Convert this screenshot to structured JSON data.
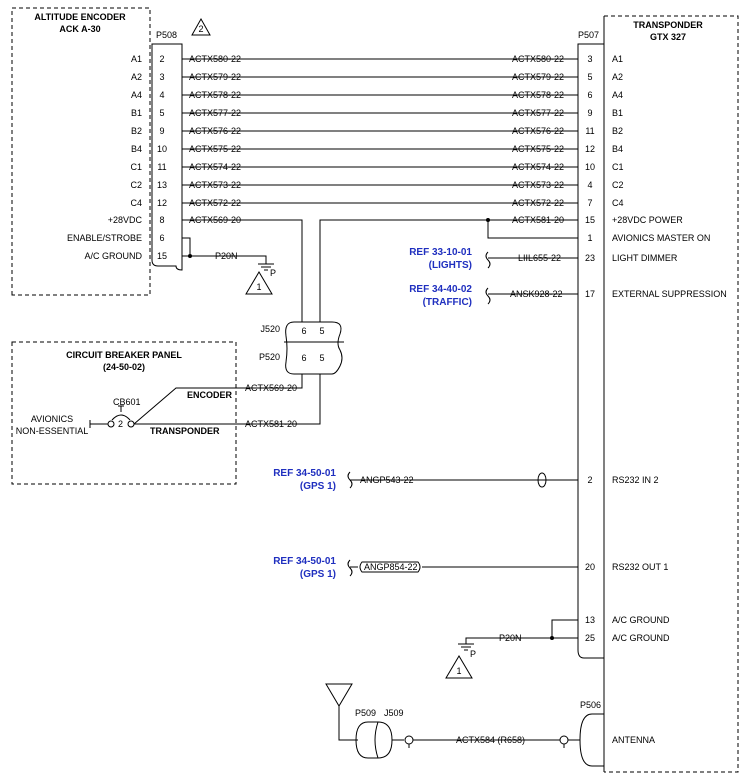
{
  "encoder": {
    "title": "ALTITUDE ENCODER",
    "model": "ACK A-30",
    "connector": "P508",
    "note_num": "2"
  },
  "transponder": {
    "title": "TRANSPONDER",
    "model": "GTX 327",
    "connector": "P507"
  },
  "wires": [
    {
      "enc_label": "A1",
      "enc_pin": "2",
      "wire": "ACTX580-22",
      "xp_pin": "3",
      "xp_label": "A1"
    },
    {
      "enc_label": "A2",
      "enc_pin": "3",
      "wire": "ACTX579-22",
      "xp_pin": "5",
      "xp_label": "A2"
    },
    {
      "enc_label": "A4",
      "enc_pin": "4",
      "wire": "ACTX578-22",
      "xp_pin": "6",
      "xp_label": "A4"
    },
    {
      "enc_label": "B1",
      "enc_pin": "5",
      "wire": "ACTX577-22",
      "xp_pin": "9",
      "xp_label": "B1"
    },
    {
      "enc_label": "B2",
      "enc_pin": "9",
      "wire": "ACTX576-22",
      "xp_pin": "11",
      "xp_label": "B2"
    },
    {
      "enc_label": "B4",
      "enc_pin": "10",
      "wire": "ACTX575-22",
      "xp_pin": "12",
      "xp_label": "B4"
    },
    {
      "enc_label": "C1",
      "enc_pin": "11",
      "wire": "ACTX574-22",
      "xp_pin": "10",
      "xp_label": "C1"
    },
    {
      "enc_label": "C2",
      "enc_pin": "13",
      "wire": "ACTX573-22",
      "xp_pin": "4",
      "xp_label": "C2"
    },
    {
      "enc_label": "C4",
      "enc_pin": "12",
      "wire": "ACTX572-22",
      "xp_pin": "7",
      "xp_label": "C4"
    }
  ],
  "enc_extra": [
    {
      "label": "+28VDC",
      "pin": "8",
      "wire": "ACTX569-20"
    },
    {
      "label": "ENABLE/STROBE",
      "pin": "6"
    },
    {
      "label": "A/C GROUND",
      "pin": "15",
      "wire": "P20N"
    }
  ],
  "xp_power": {
    "wire": "ACTX581-20",
    "pin": "15",
    "label": "+28VDC POWER"
  },
  "xp_master": {
    "pin": "1",
    "label": "AVIONICS MASTER ON"
  },
  "dimmer": {
    "ref": "REF 33-10-01",
    "ref_sub": "(LIGHTS)",
    "wire": "LIIL655-22",
    "pin": "23",
    "label": "LIGHT DIMMER"
  },
  "suppress": {
    "ref": "REF 34-40-02",
    "ref_sub": "(TRAFFIC)",
    "wire": "ANSK928-22",
    "pin": "17",
    "label": "EXTERNAL SUPPRESSION"
  },
  "splice": {
    "j": "J520",
    "p": "P520",
    "pin_a": "6",
    "pin_b": "5"
  },
  "cb_panel": {
    "title": "CIRCUIT BREAKER PANEL",
    "ref": "(24-50-02)",
    "cb": "CB601",
    "cb_num": "2",
    "bus_1": "AVIONICS",
    "bus_2": "NON-ESSENTIAL",
    "out_encoder": "ENCODER",
    "out_xp": "TRANSPONDER",
    "wire_encoder": "ACTX569-20",
    "wire_xp": "ACTX581-20"
  },
  "gps_in": {
    "ref": "REF 34-50-01",
    "ref_sub": "(GPS 1)",
    "wire": "ANGP543-22",
    "pin": "2",
    "label": "RS232 IN 2"
  },
  "gps_out": {
    "ref": "REF 34-50-01",
    "ref_sub": "(GPS 1)",
    "wire": "ANGP854-22",
    "pin": "20",
    "label": "RS232 OUT 1"
  },
  "xp_ground": [
    {
      "pin": "13",
      "label": "A/C GROUND"
    },
    {
      "pin": "25",
      "label": "A/C GROUND"
    }
  ],
  "xp_ground_wire": "P20N",
  "ground_suffix": "P",
  "note1": "1",
  "antenna": {
    "p509": "P509",
    "j509": "J509",
    "wire": "ACTX584 (R658)",
    "connector": "P506",
    "label": "ANTENNA"
  }
}
